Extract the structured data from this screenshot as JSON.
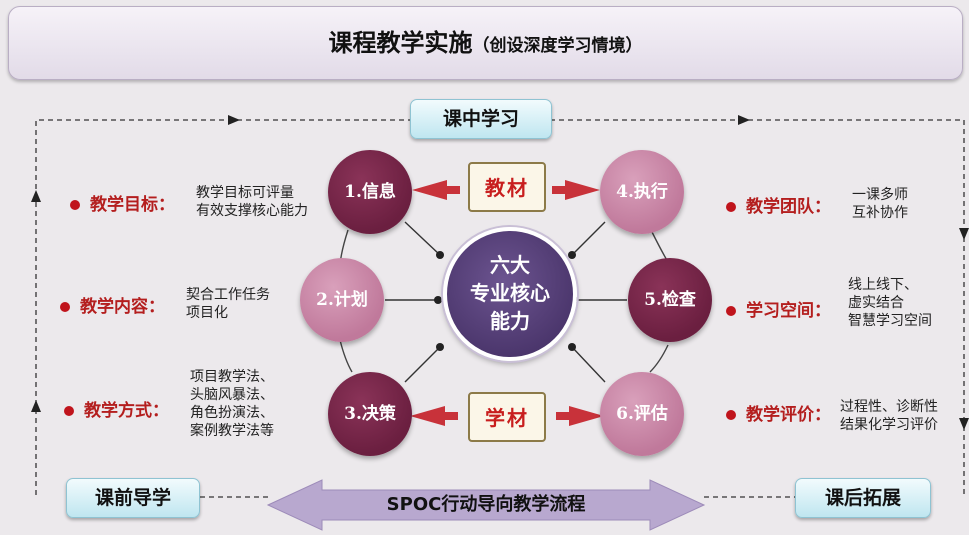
{
  "title": {
    "main": "课程教学实施",
    "sub": "（创设深度学习情境）"
  },
  "top_tag": "课中学习",
  "bottom_left_tag": "课前导学",
  "bottom_right_tag": "课后拓展",
  "process_arrow": "SPOC行动导向教学流程",
  "center": {
    "line1": "六大",
    "line2": "专业核心",
    "line3": "能力"
  },
  "nodes": [
    "1.信息",
    "2.计划",
    "3.决策",
    "4.执行",
    "5.检查",
    "6.评估"
  ],
  "books": {
    "top": "教材",
    "bottom": "学材"
  },
  "left_items": [
    {
      "label": "教学目标：",
      "lines": [
        "教学目标可评量",
        "有效支撑核心能力"
      ]
    },
    {
      "label": "教学内容：",
      "lines": [
        "契合工作任务",
        "项目化"
      ]
    },
    {
      "label": "教学方式：",
      "lines": [
        "项目教学法、",
        "头脑风暴法、",
        "角色扮演法、",
        "案例教学法等"
      ]
    }
  ],
  "right_items": [
    {
      "label": "教学团队：",
      "lines": [
        "一课多师",
        "互补协作"
      ]
    },
    {
      "label": "学习空间：",
      "lines": [
        "线上线下、",
        "虚实结合",
        "智慧学习空间"
      ]
    },
    {
      "label": "教学评价：",
      "lines": [
        "过程性、诊断性",
        "结果化学习评价"
      ]
    }
  ],
  "colors": {
    "node_dark": "#6b1f40",
    "node_light": "#c0799b",
    "center": "#4a356b",
    "label_red": "#b41e1e",
    "tag_blue": "#bfe6f0",
    "arrow_purple": "#b8a8cf"
  }
}
